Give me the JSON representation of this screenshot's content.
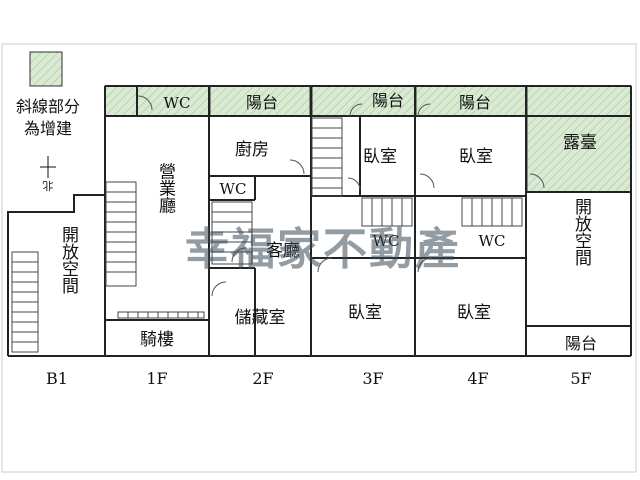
{
  "legend": {
    "line1": "斜線部分",
    "line2": "為增建",
    "north": "北"
  },
  "watermark": "幸福家不動產",
  "floors": {
    "b1": {
      "label": "B1",
      "rooms": {
        "open_space": "開放空間"
      }
    },
    "f1": {
      "label": "1F",
      "rooms": {
        "wc": "WC",
        "business_hall": "營業廳",
        "arcade": "騎樓"
      }
    },
    "f2": {
      "label": "2F",
      "rooms": {
        "balcony": "陽台",
        "kitchen": "廚房",
        "wc": "WC",
        "living_room": "客廳",
        "storage": "儲藏室"
      }
    },
    "f3": {
      "label": "3F",
      "rooms": {
        "balcony": "陽台",
        "bedroom_top": "臥室",
        "wc": "WC",
        "bedroom_bottom": "臥室"
      }
    },
    "f4": {
      "label": "4F",
      "rooms": {
        "balcony": "陽台",
        "bedroom_top": "臥室",
        "wc": "WC",
        "bedroom_bottom": "臥室"
      }
    },
    "f5": {
      "label": "5F",
      "rooms": {
        "terrace": "露臺",
        "open_space": "開放空間",
        "balcony": "陽台"
      }
    }
  },
  "colors": {
    "addition_fill": "#d7e8d2",
    "wall": "#222222"
  }
}
